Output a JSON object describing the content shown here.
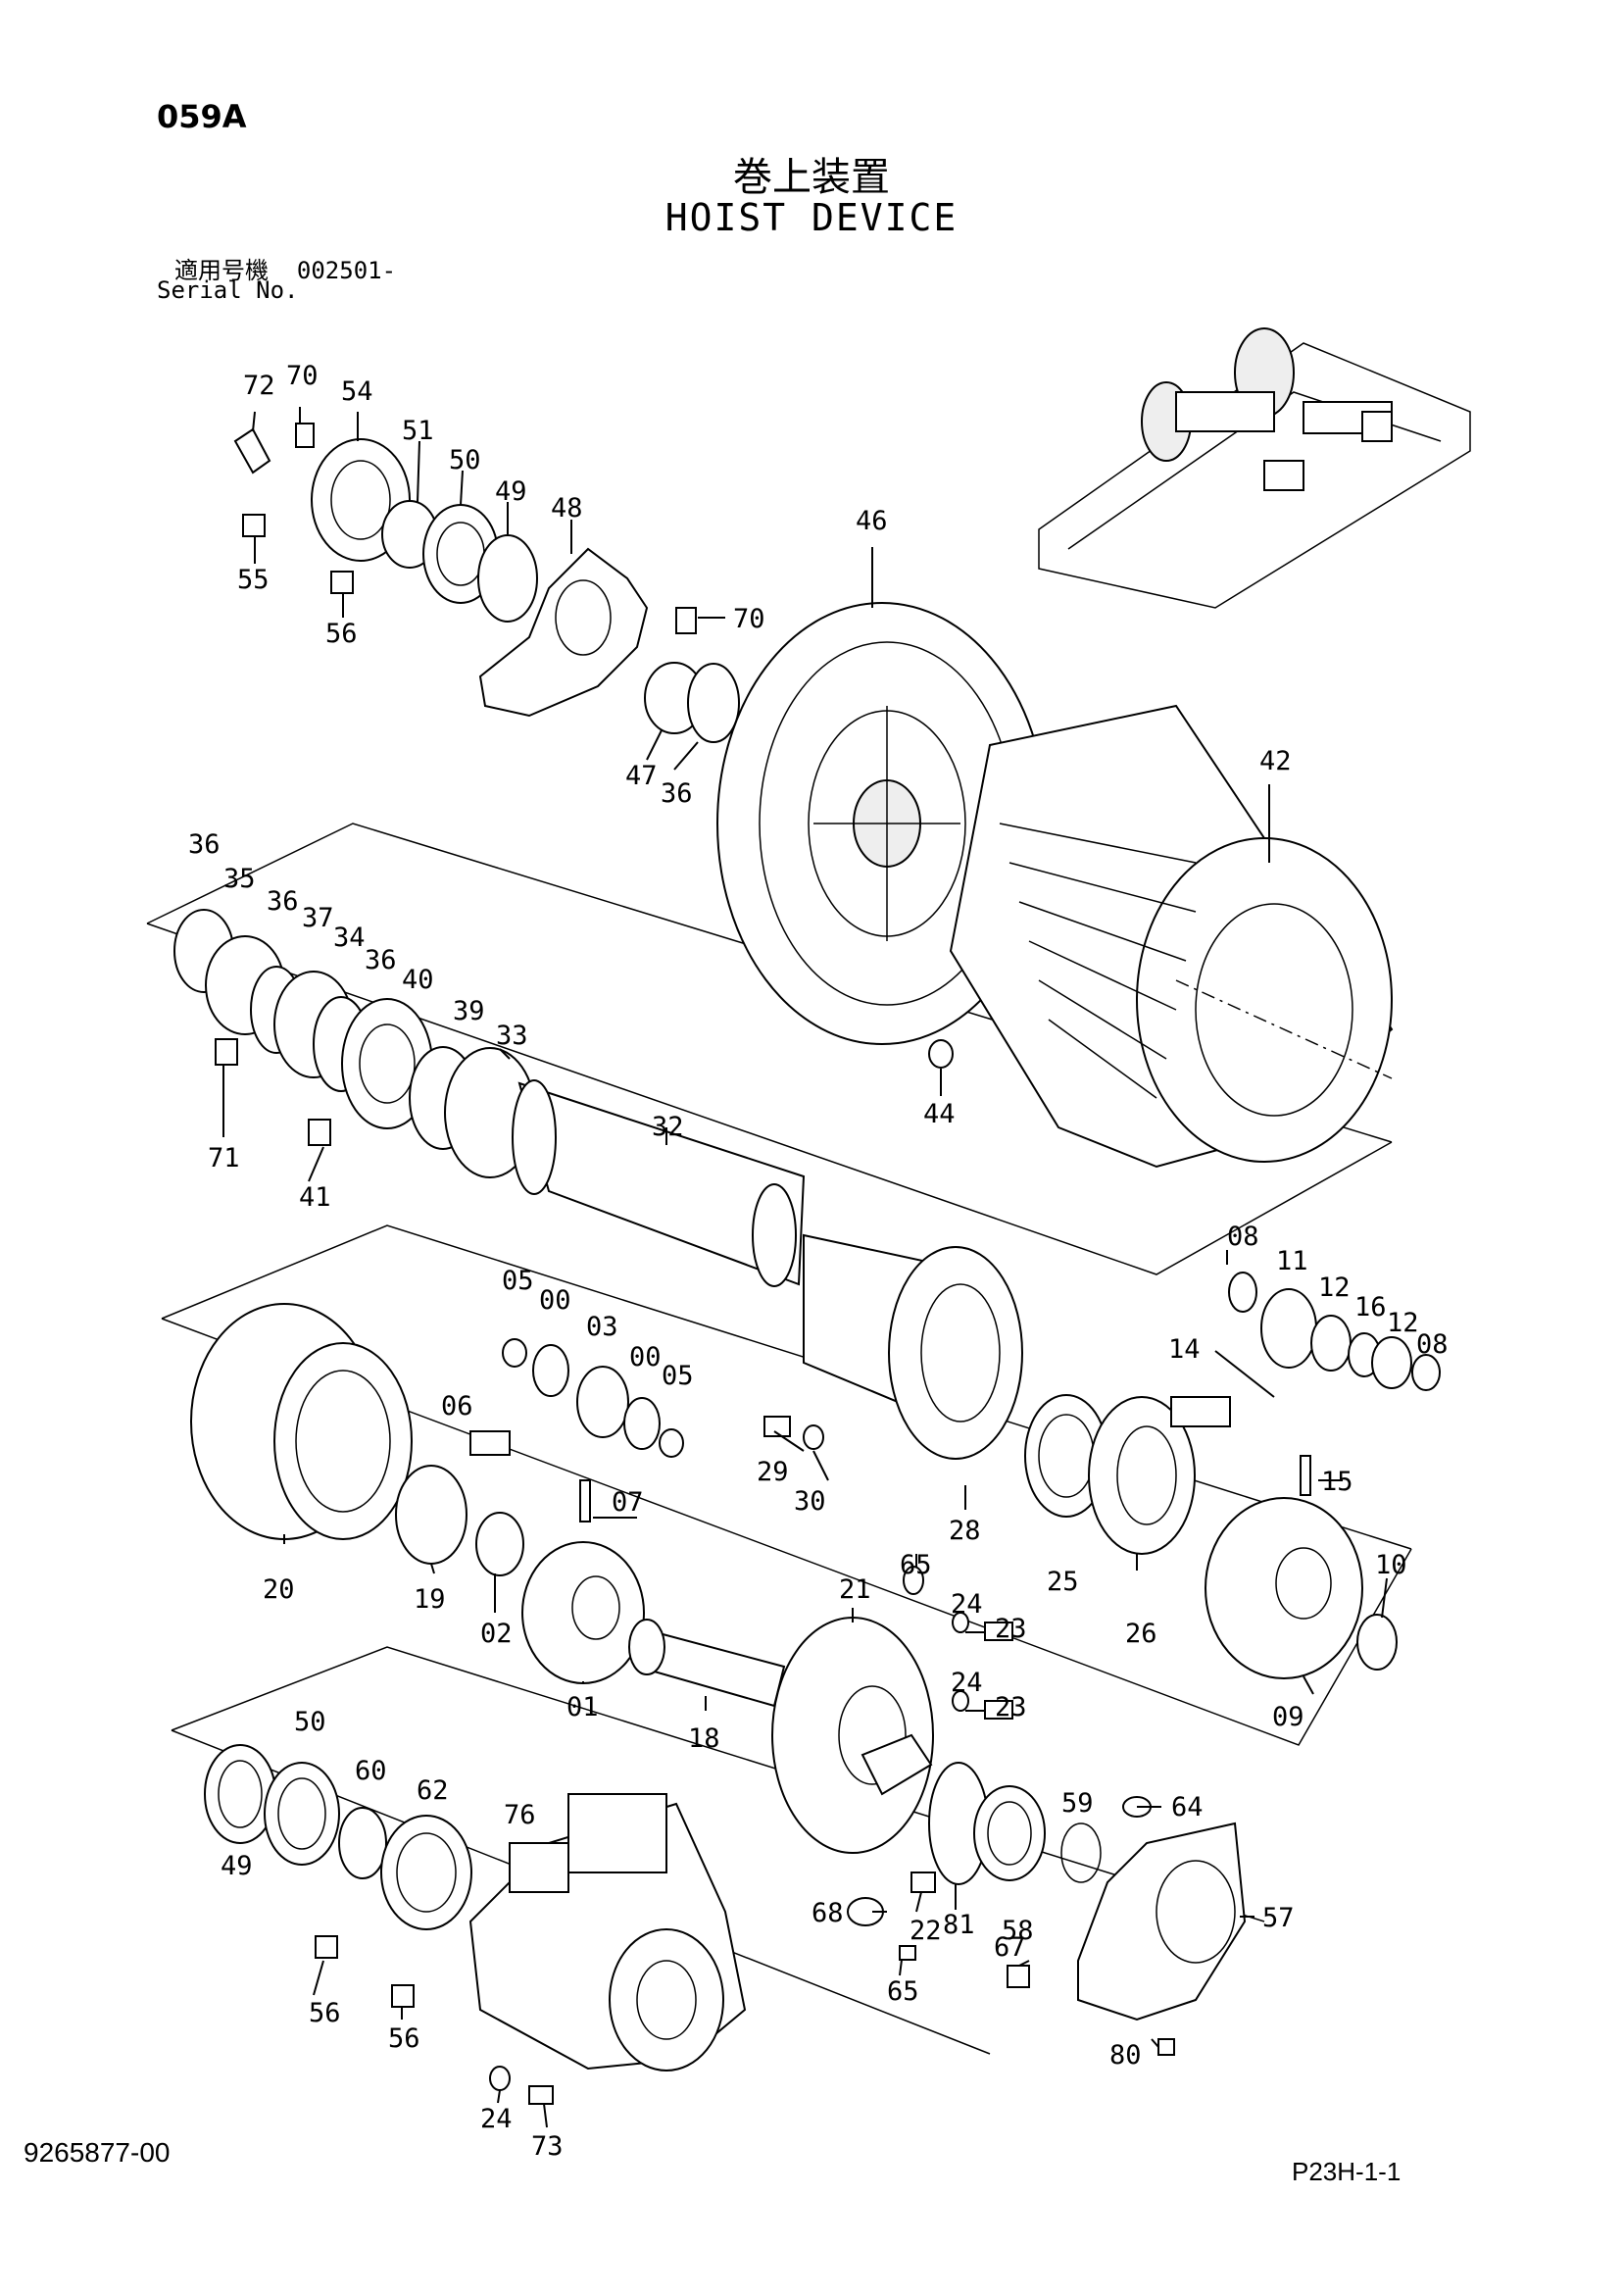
{
  "header": {
    "code": "059A",
    "title_jp": "巻上装置",
    "title_en": "HOIST DEVICE",
    "serial_label_jp": "適用号機",
    "serial_value": "002501-",
    "serial_label_en": "Serial No."
  },
  "footer": {
    "document_number": "9265877-00",
    "page_ref": "P23H-1-1"
  },
  "part_labels": [
    "72",
    "70",
    "54",
    "51",
    "50",
    "49",
    "48",
    "55",
    "56",
    "70",
    "47",
    "36",
    "46",
    "42",
    "36",
    "35",
    "36",
    "37",
    "34",
    "36",
    "40",
    "39",
    "33",
    "71",
    "41",
    "32",
    "44",
    "08",
    "11",
    "12",
    "16",
    "12",
    "08",
    "05",
    "00",
    "03",
    "00",
    "05",
    "06",
    "07",
    "29",
    "30",
    "28",
    "14",
    "15",
    "20",
    "19",
    "02",
    "01",
    "25",
    "26",
    "10",
    "09",
    "65",
    "24",
    "23",
    "24",
    "23",
    "21",
    "18",
    "50",
    "60",
    "62",
    "76",
    "59",
    "64",
    "49",
    "57",
    "68",
    "22",
    "81",
    "58",
    "65",
    "67",
    "56",
    "56",
    "80",
    "24",
    "73"
  ]
}
